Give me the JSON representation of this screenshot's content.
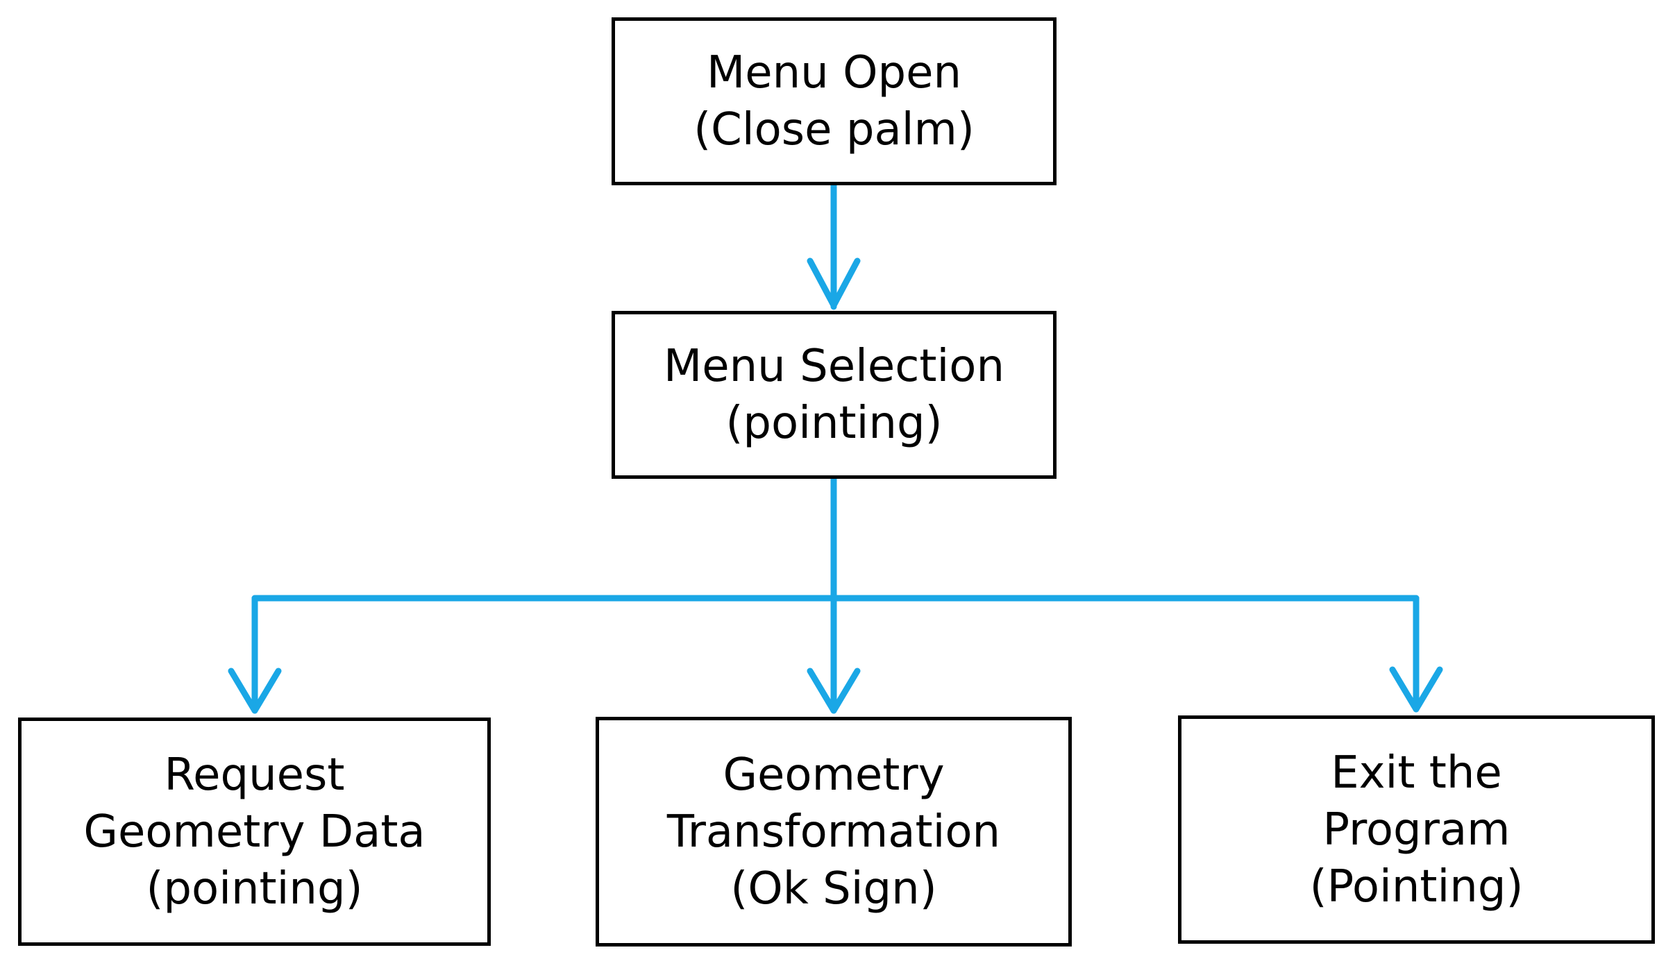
{
  "colors": {
    "connector": "#1AA7E6",
    "box_border": "#000000",
    "text": "#000000",
    "background": "#FFFFFF"
  },
  "nodes": {
    "menu_open": {
      "line1": "Menu Open",
      "line2": "(Close palm)"
    },
    "menu_selection": {
      "line1": "Menu Selection",
      "line2": "(pointing)"
    },
    "request_geometry": {
      "line1": "Request",
      "line2": "Geometry Data",
      "line3": "(pointing)"
    },
    "geometry_transformation": {
      "line1": "Geometry",
      "line2": "Transformation",
      "line3": "(Ok Sign)"
    },
    "exit_program": {
      "line1": "Exit the",
      "line2": "Program",
      "line3": "(Pointing)"
    }
  },
  "edges": [
    {
      "from": "menu_open",
      "to": "menu_selection"
    },
    {
      "from": "menu_selection",
      "to": "request_geometry"
    },
    {
      "from": "menu_selection",
      "to": "geometry_transformation"
    },
    {
      "from": "menu_selection",
      "to": "exit_program"
    }
  ]
}
